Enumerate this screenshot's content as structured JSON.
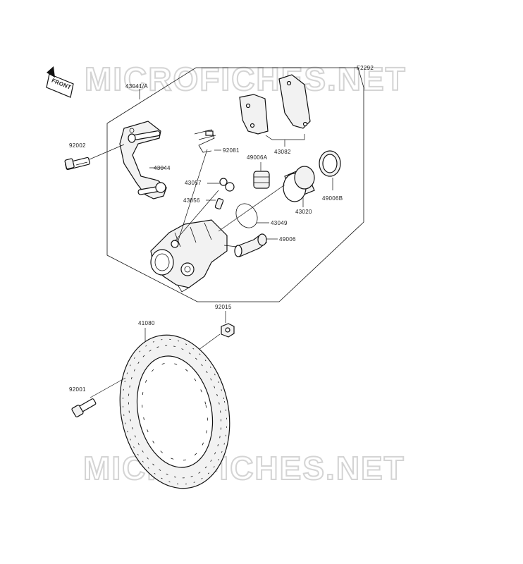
{
  "watermark": {
    "top_text": "MICROFICHES.NET",
    "bottom_text": "MICROFICHES.NET"
  },
  "figure_id": "F2292",
  "front_indicator": "FRONT",
  "part_labels": {
    "caliper_assy": "43041/A",
    "bolt_top": "92002",
    "holder": "43044",
    "spring": "92081",
    "pad_assy": "43082",
    "boot_a": "49006A",
    "seal_b": "49006B",
    "bleed_cap": "43057",
    "bleed_valve": "43056",
    "piston": "43020",
    "piston_seal": "43049",
    "pin_boot": "49006",
    "nut": "92015",
    "disc": "41080",
    "bolt_bottom": "92001"
  }
}
